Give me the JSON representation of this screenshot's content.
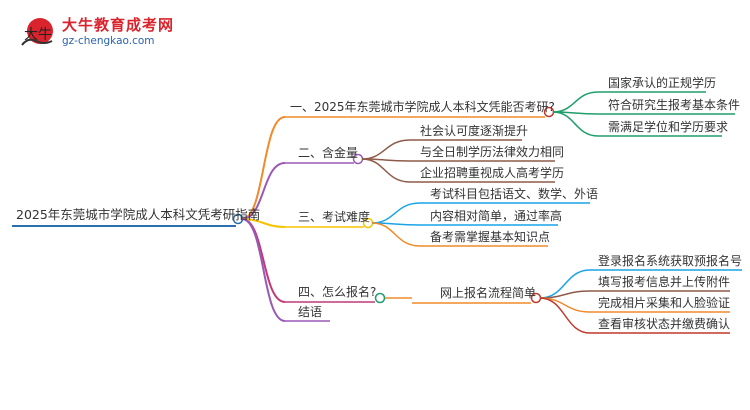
{
  "logo": {
    "title": "大牛教育成考网",
    "url_text": "gz-chengkao.com",
    "badge_text": "大牛"
  },
  "root": "2025年东莞城市学院成人本科文凭考研指南",
  "branches": [
    {
      "label": "一、2025年东莞城市学院成人本科文凭能否考研?",
      "color": "#f08a2a",
      "children": [
        "国家承认的正规学历",
        "符合研究生报考基本条件",
        "需满足学位和学历要求"
      ],
      "child_color": "#c0392b"
    },
    {
      "label": "二、含金量",
      "color": "#9b59b6",
      "children": [
        "社会认可度逐渐提升",
        "与全日制学历法律效力相同",
        "企业招聘重视成人高考学历"
      ],
      "child_color": "#8e5a4a"
    },
    {
      "label": "三、考试难度",
      "color": "#f5c400",
      "children": [
        "考试科目包括语文、数学、外语",
        "内容相对简单，通过率高",
        "备考需掌握基本知识点"
      ],
      "child_color": "#1aa3e8"
    },
    {
      "label": "四、怎么报名?",
      "color": "#c0397a",
      "mid": "网上报名流程简单",
      "mid_color": "#f08a2a",
      "children": [
        "登录报名系统获取预报名号",
        "填写报考信息并上传附件",
        "完成相片采集和人脸验证",
        "查看审核状态并缴费确认"
      ],
      "child_color": "#c0392b"
    },
    {
      "label": "结语",
      "color": "#9b59b6"
    }
  ]
}
